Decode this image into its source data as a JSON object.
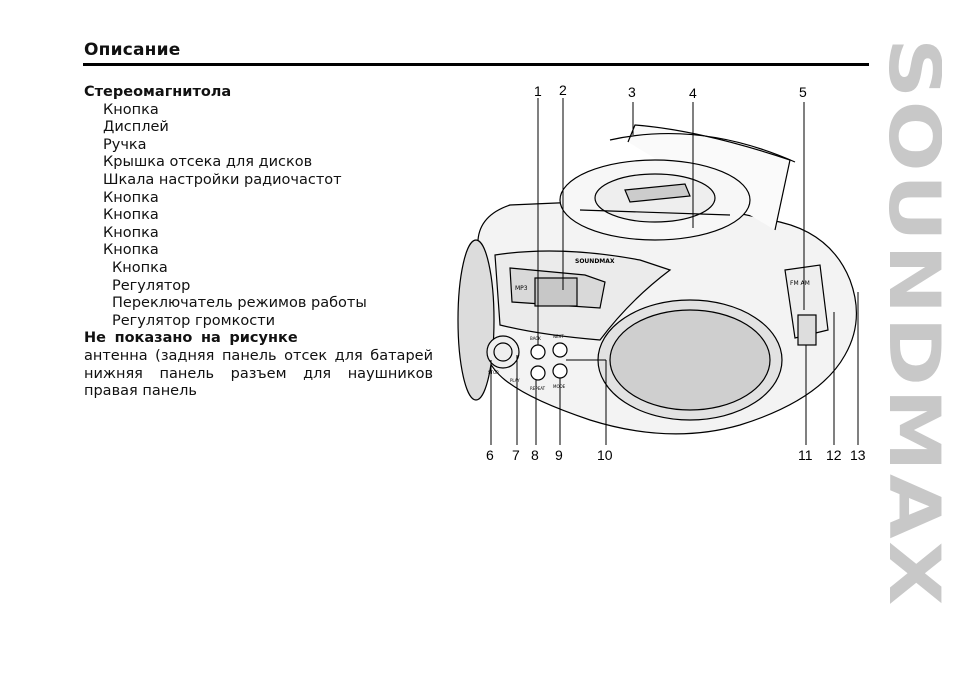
{
  "page": {
    "title": "Описание",
    "brand": "SOUNDMAX"
  },
  "section": {
    "heading": "Стереомагнитола",
    "items": [
      "Кнопка",
      "Дисплей",
      "Ручка",
      "Крышка отсека для дисков",
      "Шкала настройки радиочастот",
      "Кнопка",
      "Кнопка",
      "Кнопка",
      "Кнопка",
      "Кнопка",
      "Регулятор",
      "Переключатель режимов работы",
      "Регулятор громкости"
    ],
    "note_bold": "Не показано на рисунке",
    "note_text": "антенна (задняя панель  отсек для батарей  нижняя панель  разъем для наушников  правая панель"
  },
  "figure": {
    "callouts_top": [
      "1",
      "2",
      "3",
      "4",
      "5"
    ],
    "callouts_bottom": [
      "6",
      "7",
      "8",
      "9",
      "10",
      "11",
      "12",
      "13"
    ],
    "device": {
      "brand": "SOUNDMAX",
      "display_label": "MP3",
      "band_label": "FM AM",
      "button_labels": [
        "BACK",
        "NEXT",
        "STOP",
        "PLAY",
        "REPEAT",
        "MODE"
      ]
    }
  }
}
